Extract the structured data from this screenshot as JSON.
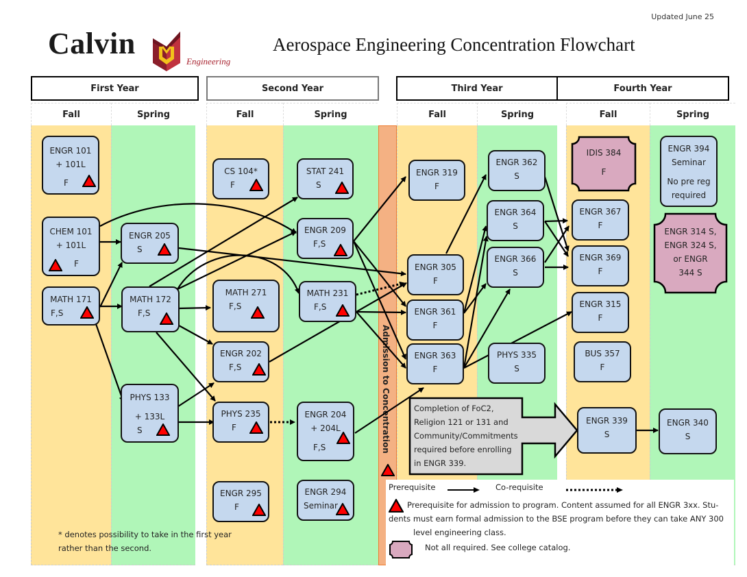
{
  "header": {
    "updated": "Updated June 25",
    "logo_text": "Calvin",
    "logo_sub": "Engineering",
    "title": "Aerospace Engineering Concentration Flowchart",
    "brand_colors": {
      "shield_dark": "#8b1e2a",
      "shield_red": "#c0323e",
      "shield_gold": "#f2c21b"
    }
  },
  "years": [
    {
      "label": "First Year",
      "semesters": [
        "Fall",
        "Spring"
      ]
    },
    {
      "label": "Second Year",
      "semesters": [
        "Fall",
        "Spring"
      ]
    },
    {
      "label": "Third Year",
      "semesters": [
        "Fall",
        "Spring"
      ]
    },
    {
      "label": "Fourth Year",
      "semesters": [
        "Fall",
        "Spring"
      ]
    }
  ],
  "colors": {
    "fall": "#ffe49a",
    "spring": "#b0f6b8",
    "course": "#c5d8ee",
    "elective": "#d9a9bf",
    "admission": "#f4b183",
    "triangle": "#ff0000"
  },
  "admission_label": "Admission to Concentration",
  "courses": {
    "engr101": {
      "line1": "ENGR 101",
      "line2": "+ 101L",
      "term": "F",
      "admission_prereq": true
    },
    "chem101": {
      "line1": "CHEM 101",
      "line2": "+ 101L",
      "term": "F",
      "admission_prereq": true
    },
    "math171": {
      "line1": "MATH 171",
      "term": "F,S",
      "admission_prereq": true
    },
    "engr205": {
      "line1": "ENGR 205",
      "term": "S",
      "admission_prereq": true
    },
    "math172": {
      "line1": "MATH 172",
      "term": "F,S",
      "admission_prereq": true
    },
    "phys133": {
      "line1": "PHYS 133",
      "line2": "+ 133L",
      "term": "S",
      "admission_prereq": true
    },
    "cs104": {
      "line1": "CS 104*",
      "term": "F",
      "admission_prereq": true
    },
    "math271": {
      "line1": "MATH 271",
      "term": "F,S",
      "admission_prereq": true
    },
    "engr202": {
      "line1": "ENGR 202",
      "term": "F,S",
      "admission_prereq": true
    },
    "phys235": {
      "line1": "PHYS 235",
      "term": "F",
      "admission_prereq": true
    },
    "engr295": {
      "line1": "ENGR 295",
      "term": "F",
      "admission_prereq": true
    },
    "stat241": {
      "line1": "STAT 241",
      "term": "S",
      "admission_prereq": true
    },
    "engr209": {
      "line1": "ENGR 209",
      "term": "F,S",
      "admission_prereq": true
    },
    "math231": {
      "line1": "MATH 231",
      "term": "F,S",
      "admission_prereq": true
    },
    "engr204": {
      "line1": "ENGR 204",
      "line2": "+ 204L",
      "term": "F,S",
      "admission_prereq": true
    },
    "engr294": {
      "line1": "ENGR 294",
      "term": "Seminar",
      "admission_prereq": true
    },
    "engr319": {
      "line1": "ENGR 319",
      "term": "F"
    },
    "engr305": {
      "line1": "ENGR 305",
      "term": "F"
    },
    "engr361": {
      "line1": "ENGR 361",
      "term": "F"
    },
    "engr363": {
      "line1": "ENGR 363",
      "term": "F"
    },
    "engr362": {
      "line1": "ENGR 362",
      "term": "S"
    },
    "engr364": {
      "line1": "ENGR 364",
      "term": "S"
    },
    "engr366": {
      "line1": "ENGR 366",
      "term": "S"
    },
    "phys335": {
      "line1": "PHYS 335",
      "term": "S"
    },
    "idis384": {
      "line1": "IDIS 384",
      "term": "F",
      "elective": true
    },
    "engr367": {
      "line1": "ENGR 367",
      "term": "F"
    },
    "engr369": {
      "line1": "ENGR 369",
      "term": "F"
    },
    "engr315": {
      "line1": "ENGR 315",
      "term": "F"
    },
    "bus357": {
      "line1": "BUS 357",
      "term": "F"
    },
    "engr339": {
      "line1": "ENGR 339",
      "term": "S"
    },
    "engr394": {
      "line1": "ENGR 394",
      "line2": "Seminar",
      "line3": "No pre reg",
      "line4": "required"
    },
    "engr_elective": {
      "lines": [
        "ENGR 314 S,",
        "ENGR 324 S,",
        "or ENGR",
        "344 S"
      ],
      "elective": true
    },
    "engr340": {
      "line1": "ENGR 340",
      "term": "S"
    }
  },
  "edges": [
    {
      "from": "chem101",
      "to": "engr205",
      "type": "prereq"
    },
    {
      "from": "chem101",
      "to": "engr209",
      "type": "prereq"
    },
    {
      "from": "math171",
      "to": "engr205",
      "type": "prereq"
    },
    {
      "from": "math171",
      "to": "math172",
      "type": "prereq"
    },
    {
      "from": "math171",
      "to": "phys133",
      "type": "prereq"
    },
    {
      "from": "engr205",
      "to": "engr305",
      "type": "prereq"
    },
    {
      "from": "math172",
      "to": "stat241",
      "type": "prereq"
    },
    {
      "from": "math172",
      "to": "engr209",
      "type": "prereq"
    },
    {
      "from": "math172",
      "to": "math231",
      "type": "prereq"
    },
    {
      "from": "math172",
      "to": "math271",
      "type": "prereq"
    },
    {
      "from": "math172",
      "to": "engr202",
      "type": "prereq"
    },
    {
      "from": "math172",
      "to": "phys235",
      "type": "prereq"
    },
    {
      "from": "phys133",
      "to": "engr202",
      "type": "prereq"
    },
    {
      "from": "phys133",
      "to": "phys235",
      "type": "prereq"
    },
    {
      "from": "phys235",
      "to": "engr204",
      "type": "coreq"
    },
    {
      "from": "engr202",
      "to": "engr305",
      "type": "prereq"
    },
    {
      "from": "engr209",
      "to": "engr319",
      "type": "prereq"
    },
    {
      "from": "engr209",
      "to": "engr361",
      "type": "prereq"
    },
    {
      "from": "engr209",
      "to": "engr363",
      "type": "prereq"
    },
    {
      "from": "math231",
      "to": "engr305",
      "type": "coreq"
    },
    {
      "from": "math231",
      "to": "engr361",
      "type": "prereq"
    },
    {
      "from": "math231",
      "to": "engr363",
      "type": "prereq"
    },
    {
      "from": "engr204",
      "to": "engr363",
      "type": "prereq"
    },
    {
      "from": "engr305",
      "to": "engr362",
      "type": "prereq"
    },
    {
      "from": "engr361",
      "to": "engr364",
      "type": "prereq"
    },
    {
      "from": "engr361",
      "to": "engr366",
      "type": "prereq"
    },
    {
      "from": "engr363",
      "to": "engr364",
      "type": "prereq"
    },
    {
      "from": "engr363",
      "to": "engr366",
      "type": "prereq"
    },
    {
      "from": "engr363",
      "to": "engr315",
      "type": "prereq"
    },
    {
      "from": "engr362",
      "to": "engr369",
      "type": "prereq"
    },
    {
      "from": "engr364",
      "to": "engr367",
      "type": "prereq"
    },
    {
      "from": "engr364",
      "to": "engr369",
      "type": "prereq"
    },
    {
      "from": "engr366",
      "to": "engr367",
      "type": "prereq"
    },
    {
      "from": "engr366",
      "to": "engr369",
      "type": "prereq"
    },
    {
      "from": "engr339",
      "to": "engr340",
      "type": "prereq"
    }
  ],
  "footnote": {
    "line1": "* denotes possibility to take in the first year",
    "line2": "rather than the second."
  },
  "callout": {
    "line1": "Completion of FoC2,",
    "line2": "Religion 121 or 131 and",
    "line3": "Community/Commitments",
    "line4": "required  before enrolling",
    "line5": "in ENGR 339."
  },
  "legend": {
    "prereq_label": "Prerequisite",
    "coreq_label": "Co-requisite",
    "triangle_line1": "Prerequisite for admission to program. Content assumed for all ENGR 3xx.  Stu-",
    "triangle_line2": "dents must earn formal admission to the BSE program before they can take ANY 300",
    "triangle_line3": "level engineering class.",
    "elective_label": "Not all required. See college catalog."
  }
}
